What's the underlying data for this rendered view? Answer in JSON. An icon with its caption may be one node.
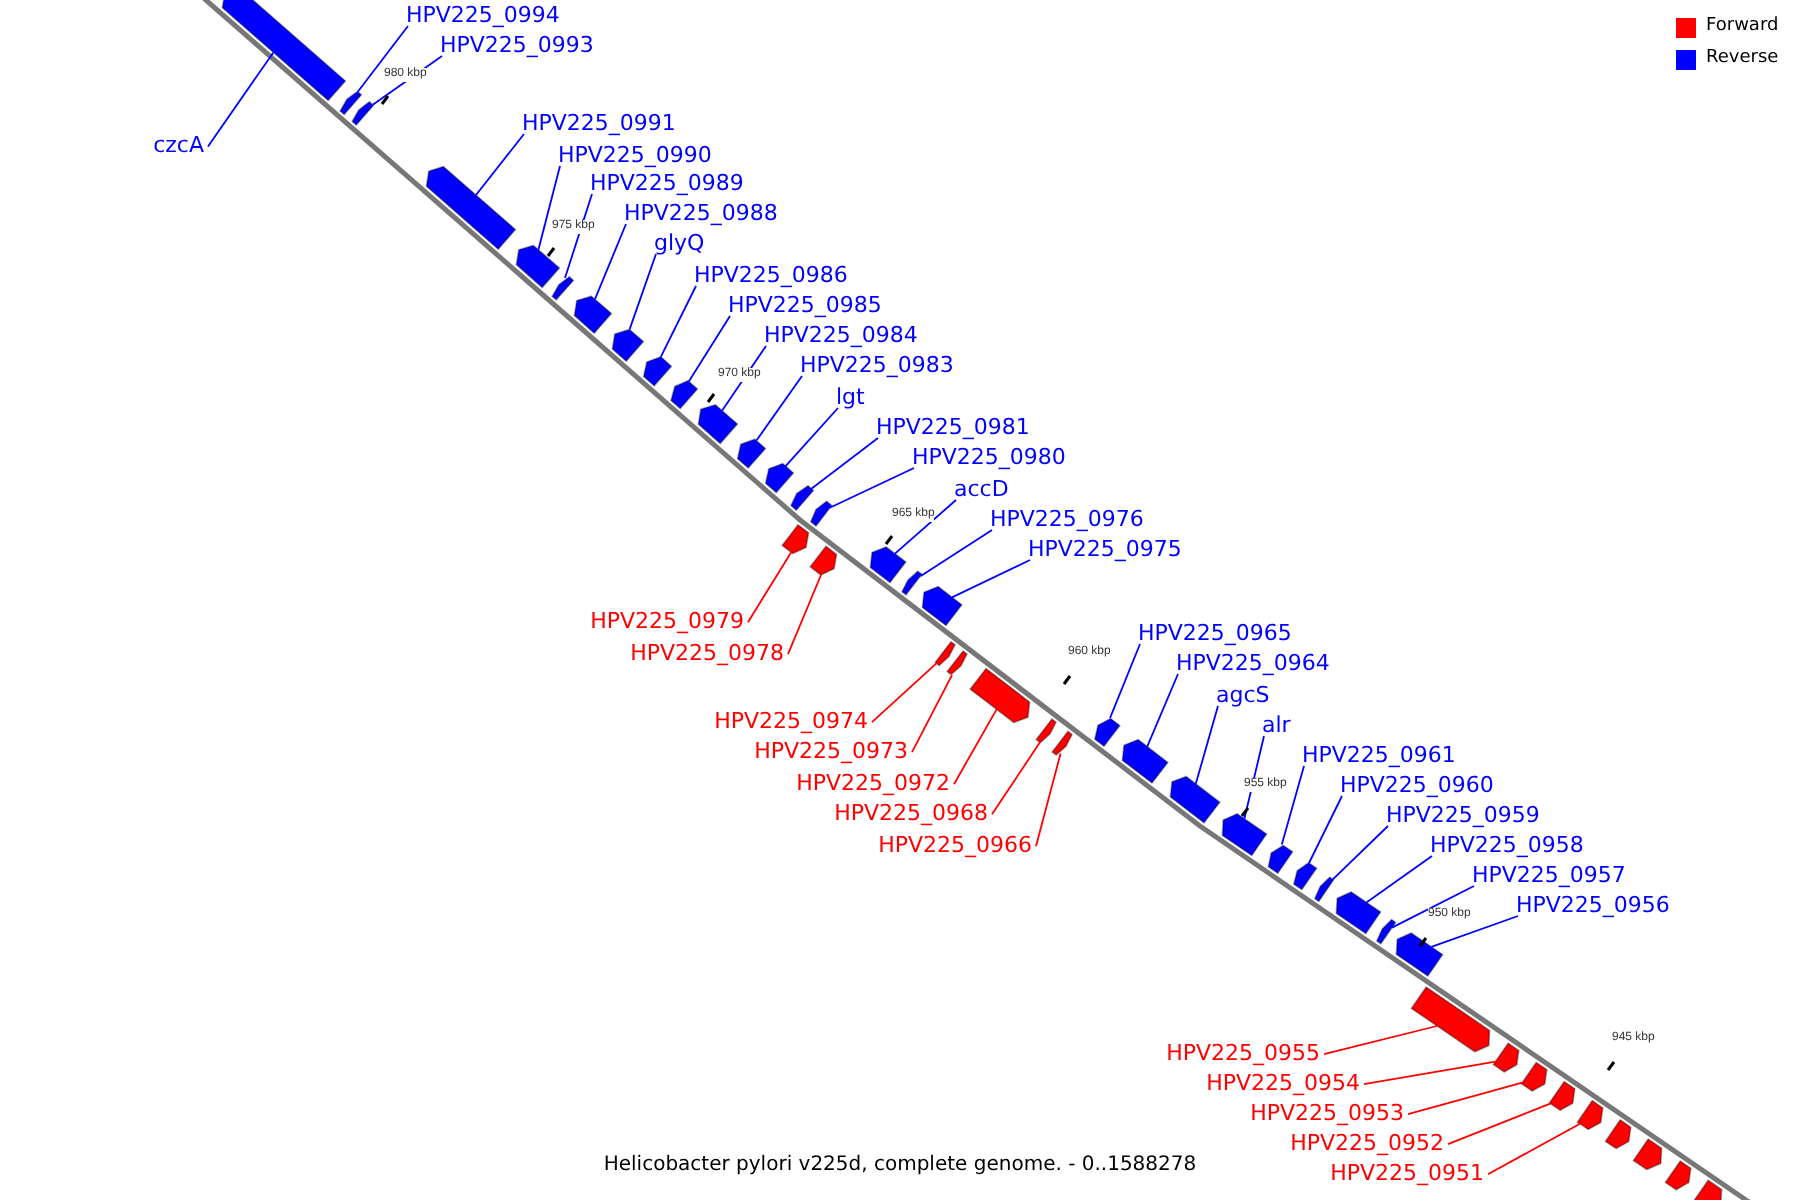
{
  "diagram": {
    "caption": "Helicobacter pylori v225d, complete genome. - 0..1588278",
    "nodes": [
      {
        "text": [
          "HPV225_0994"
        ]
      },
      {
        "text": [
          "HPV225_0993"
        ]
      },
      {
        "text": [
          "HPV225_0991"
        ]
      },
      {
        "text": [
          "czcA"
        ]
      },
      {
        "text": [
          "HPV225_0990"
        ]
      },
      {
        "text": [
          "HPV225_0989"
        ]
      },
      {
        "text": [
          "HPV225_0988"
        ]
      },
      {
        "text": [
          "glyQ"
        ]
      },
      {
        "text": [
          "HPV225_0986"
        ]
      },
      {
        "text": [
          "HPV225_0985"
        ]
      },
      {
        "text": [
          "HPV225_0984"
        ]
      },
      {
        "text": [
          "HPV225_0983"
        ]
      },
      {
        "text": [
          "lgt"
        ]
      },
      {
        "text": [
          "HPV225_0981"
        ]
      },
      {
        "text": [
          "HPV225_0980"
        ]
      },
      {
        "text": [
          "accD"
        ]
      },
      {
        "text": [
          "HPV225_0976"
        ]
      },
      {
        "text": [
          "HPV225_0975"
        ]
      },
      {
        "text": [
          "HPV225_0979"
        ]
      },
      {
        "text": [
          "HPV225_0965"
        ]
      },
      {
        "text": [
          "HPV225_0978"
        ]
      },
      {
        "text": [
          "HPV225_0964"
        ]
      },
      {
        "text": [
          "agcS"
        ]
      },
      {
        "text": [
          "HPV225_0974"
        ]
      },
      {
        "text": [
          "alr"
        ]
      },
      {
        "text": [
          "HPV225_0973"
        ]
      },
      {
        "text": [
          "HPV225_0961"
        ]
      },
      {
        "text": [
          "HPV225_0972"
        ]
      },
      {
        "text": [
          "HPV225_0960"
        ]
      },
      {
        "text": [
          "HPV225_0968"
        ]
      },
      {
        "text": [
          "HPV225_0959"
        ]
      },
      {
        "text": [
          "HPV225_0966"
        ]
      },
      {
        "text": [
          "HPV225_0958"
        ]
      },
      {
        "text": [
          "HPV225_0957"
        ]
      },
      {
        "text": [
          "HPV225_0956"
        ]
      },
      {
        "text": [
          "HPV225_0955"
        ]
      },
      {
        "text": [
          "HPV225_0954"
        ]
      },
      {
        "text": [
          "HPV225_0953"
        ]
      },
      {
        "text": [
          "HPV225_0952"
        ]
      },
      {
        "text": [
          "HPV225_0951"
        ]
      },
      {
        "text": [],
        "shape": "box"
      },
      {
        "text": [],
        "shape": "box"
      },
      {
        "text": [],
        "shape": "box"
      },
      {
        "text": [],
        "shape": "box"
      },
      {
        "text": [],
        "shape": "box"
      },
      {
        "text": [],
        "shape": "box"
      },
      {
        "text": [],
        "shape": "box"
      },
      {
        "text": [],
        "shape": "box"
      },
      {
        "text": [],
        "shape": "box"
      },
      {
        "text": [],
        "shape": "box"
      },
      {
        "text": [],
        "shape": "box"
      },
      {
        "text": [],
        "shape": "box"
      },
      {
        "text": [],
        "shape": "box"
      },
      {
        "text": [],
        "shape": "box"
      },
      {
        "text": [],
        "shape": "box"
      },
      {
        "text": [],
        "shape": "box"
      },
      {
        "text": [],
        "shape": "box"
      },
      {
        "text": [],
        "shape": "box"
      },
      {
        "text": [],
        "shape": "box"
      },
      {
        "text": [],
        "shape": "box"
      },
      {
        "text": [],
        "shape": "box"
      },
      {
        "text": [],
        "shape": "box"
      },
      {
        "text": [],
        "shape": "box"
      },
      {
        "text": [],
        "shape": "box"
      },
      {
        "text": [],
        "shape": "box"
      },
      {
        "text": [],
        "shape": "box"
      },
      {
        "text": [],
        "shape": "box"
      },
      {
        "text": [],
        "shape": "box"
      },
      {
        "text": [],
        "shape": "box"
      },
      {
        "text": [],
        "shape": "box"
      },
      {
        "text": [],
        "shape": "box"
      },
      {
        "text": [],
        "shape": "box"
      },
      {
        "text": [],
        "shape": "box"
      },
      {
        "text": [],
        "shape": "box"
      },
      {
        "text": [],
        "shape": "box"
      },
      {
        "text": [],
        "shape": "box"
      },
      {
        "text": [],
        "shape": "box"
      },
      {
        "text": [],
        "shape": "box"
      },
      {
        "text": [],
        "shape": "box"
      },
      {
        "text": [],
        "shape": "box"
      },
      {
        "text": [],
        "shape": "box"
      },
      {
        "text": [],
        "shape": "box"
      },
      {
        "text": [],
        "shape": "box"
      },
      {
        "text": [],
        "shape": "box"
      }
    ],
    "edges": [
      {
        "from": 0,
        "to": 41,
        "arrow": "none"
      },
      {
        "from": 1,
        "to": 42,
        "arrow": "none"
      },
      {
        "from": 2,
        "to": 43,
        "arrow": "none"
      },
      {
        "from": 3,
        "to": 40,
        "arrow": "none"
      },
      {
        "from": 4,
        "to": 44,
        "arrow": "none"
      },
      {
        "from": 5,
        "to": 45,
        "arrow": "none"
      },
      {
        "from": 6,
        "to": 46,
        "arrow": "none"
      },
      {
        "from": 7,
        "to": 47,
        "arrow": "none"
      },
      {
        "from": 8,
        "to": 48,
        "arrow": "none"
      },
      {
        "from": 9,
        "to": 49,
        "arrow": "none"
      },
      {
        "from": 10,
        "to": 50,
        "arrow": "none"
      },
      {
        "from": 11,
        "to": 51,
        "arrow": "none"
      },
      {
        "from": 12,
        "to": 52,
        "arrow": "none"
      },
      {
        "from": 13,
        "to": 53,
        "arrow": "none"
      },
      {
        "from": 14,
        "to": 54,
        "arrow": "none"
      },
      {
        "from": 15,
        "to": 57,
        "arrow": "none"
      },
      {
        "from": 16,
        "to": 58,
        "arrow": "none"
      },
      {
        "from": 17,
        "to": 59,
        "arrow": "none"
      },
      {
        "from": 18,
        "to": 55,
        "arrow": "none",
        "color": "#ff0000"
      },
      {
        "from": 19,
        "to": 65,
        "arrow": "none"
      },
      {
        "from": 20,
        "to": 56,
        "arrow": "none",
        "color": "#ff0000"
      },
      {
        "from": 21,
        "to": 66,
        "arrow": "none"
      },
      {
        "from": 22,
        "to": 67,
        "arrow": "none"
      },
      {
        "from": 23,
        "to": 60,
        "arrow": "none",
        "color": "#ff0000"
      },
      {
        "from": 24,
        "to": 68,
        "arrow": "none"
      },
      {
        "from": 25,
        "to": 61,
        "arrow": "none",
        "color": "#ff0000"
      },
      {
        "from": 26,
        "to": 69,
        "arrow": "none"
      },
      {
        "from": 27,
        "to": 62,
        "arrow": "none",
        "color": "#ff0000"
      },
      {
        "from": 28,
        "to": 70,
        "arrow": "none"
      },
      {
        "from": 29,
        "to": 63,
        "arrow": "none",
        "color": "#ff0000"
      },
      {
        "from": 30,
        "to": 71,
        "arrow": "none"
      },
      {
        "from": 31,
        "to": 64,
        "arrow": "none",
        "color": "#ff0000"
      },
      {
        "from": 32,
        "to": 72,
        "arrow": "none"
      },
      {
        "from": 33,
        "to": 73,
        "arrow": "none"
      },
      {
        "from": 34,
        "to": 74,
        "arrow": "none"
      },
      {
        "from": 35,
        "to": 75,
        "arrow": "none",
        "color": "#ff0000"
      },
      {
        "from": 36,
        "to": 76,
        "arrow": "none",
        "color": "#ff0000"
      },
      {
        "from": 37,
        "to": 77,
        "arrow": "none",
        "color": "#ff0000"
      },
      {
        "from": 38,
        "to": 78,
        "arrow": "none",
        "color": "#ff0000"
      },
      {
        "from": 39,
        "to": 79,
        "arrow": "none",
        "color": "#ff0000"
      }
    ],
    "labels": [
      "980 kbp",
      "975 kbp",
      "970 kbp",
      "965 kbp",
      "960 kbp",
      "955 kbp",
      "950 kbp",
      "945 kbp"
    ],
    "legend": [
      {
        "text": "Forward",
        "color": "#ff0000"
      },
      {
        "text": "Reverse",
        "color": "#0000ff"
      }
    ]
  }
}
